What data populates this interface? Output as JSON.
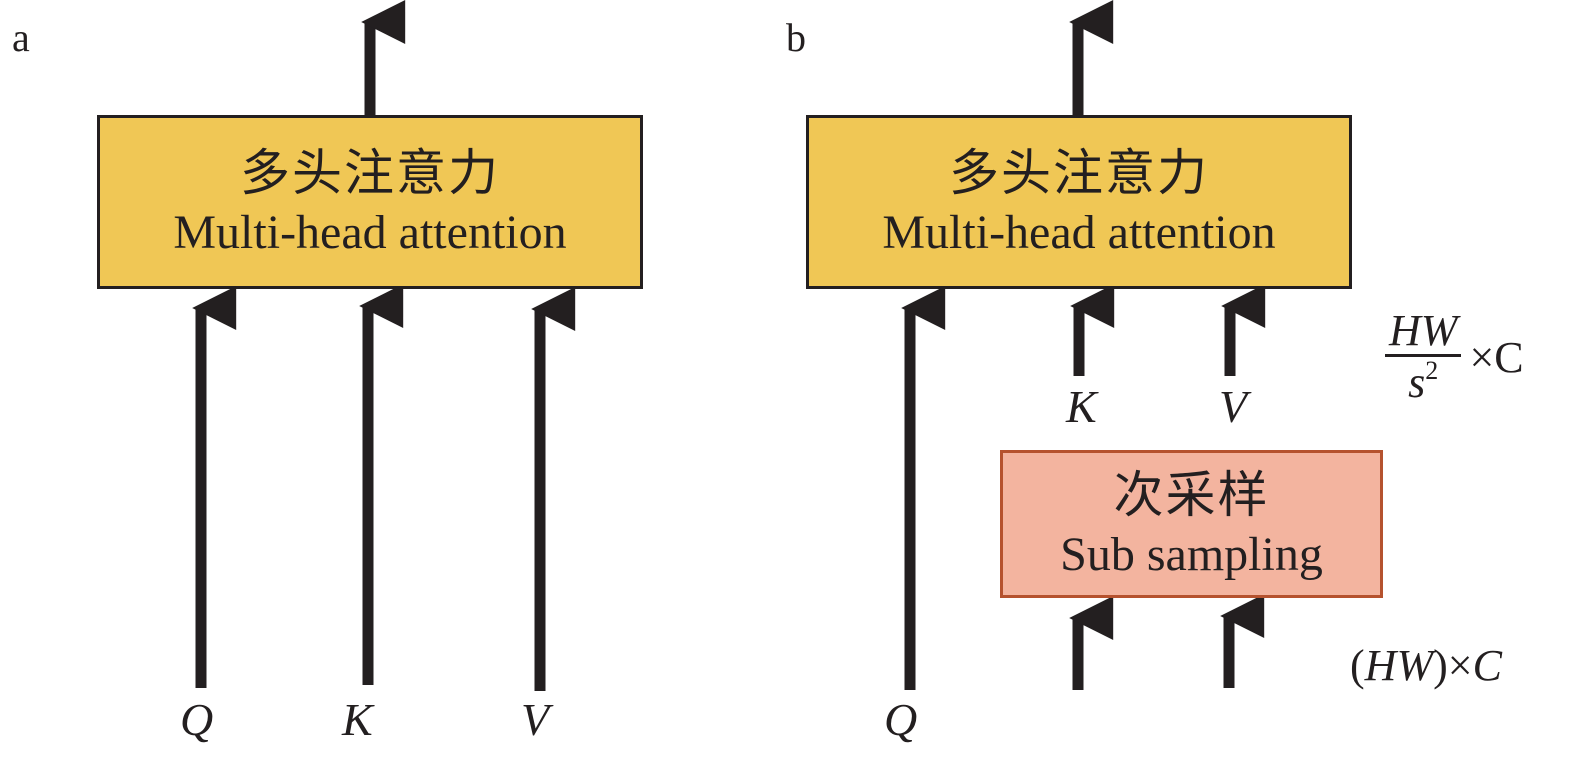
{
  "panels": {
    "a": {
      "label": "a",
      "mha_box": {
        "zh": "多头注意力",
        "en": "Multi-head attention"
      },
      "inputs": {
        "q": "Q",
        "k": "K",
        "v": "V"
      }
    },
    "b": {
      "label": "b",
      "mha_box": {
        "zh": "多头注意力",
        "en": "Multi-head attention"
      },
      "sub_box": {
        "zh": "次采样",
        "en": "Sub sampling"
      },
      "inputs": {
        "q": "Q",
        "k": "K",
        "v": "V"
      },
      "dims": {
        "reduced": {
          "numerator": "HW",
          "denominator": "s",
          "exponent": "2",
          "times": "×C"
        },
        "full": "(HW)×C"
      }
    }
  },
  "colors": {
    "mha_fill": "#f0c755",
    "sub_fill": "#f3b49f",
    "sub_border": "#b5522e",
    "ink": "#231f20"
  }
}
